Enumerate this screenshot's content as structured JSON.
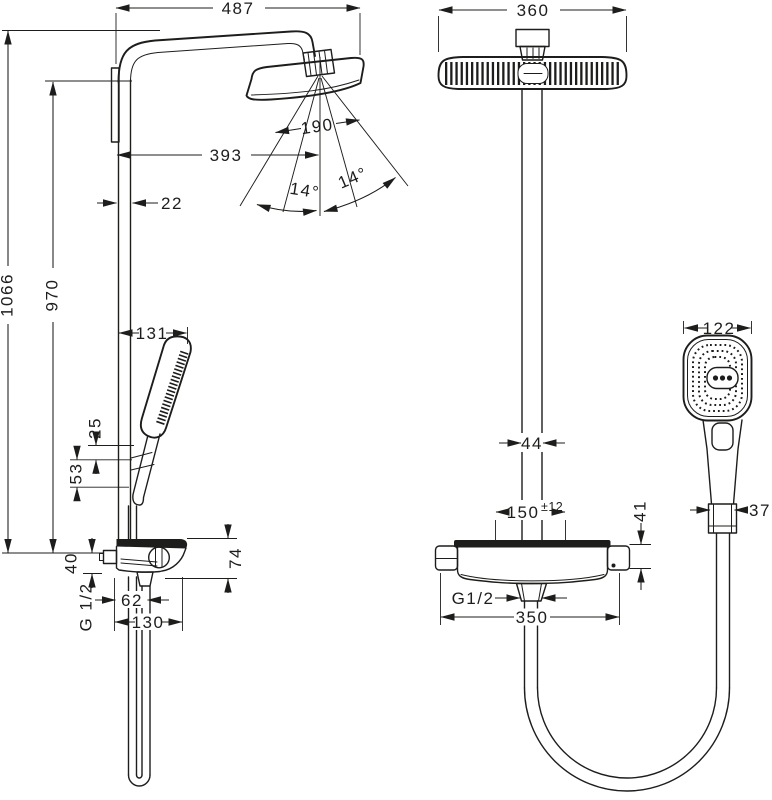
{
  "drawing": {
    "background": "#ffffff",
    "ink": "#1d1d1b",
    "side_view": {
      "overall_width": "487",
      "spray_width": "190",
      "spray_reach": "393",
      "spray_angle_left": "14°",
      "spray_angle_right": "14°",
      "pipe_depth": "22",
      "height_total": "1066",
      "height_bar": "970",
      "handshower_offset": "131",
      "holder_dim_upper": "25",
      "holder_dim_lower": "53",
      "valve_offset": "40",
      "valve_height": "74",
      "outlet_offset": "62",
      "thread": "G 1/2",
      "hose_spread": "130"
    },
    "front_view": {
      "head_width": "360",
      "pipe_width": "44",
      "supply_distance": "150",
      "supply_tolerance": "±12",
      "valve_edge_offset": "41",
      "handshower_width": "122",
      "handle_width": "37",
      "thread": "G1/2",
      "valve_width": "350"
    }
  }
}
